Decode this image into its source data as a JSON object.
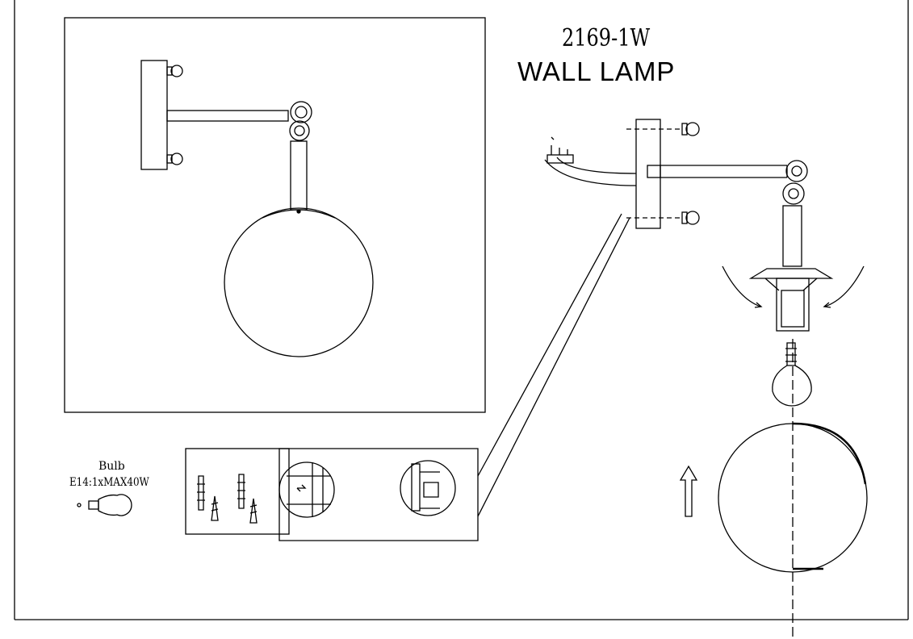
{
  "header": {
    "model": "2169-1W",
    "title": "WALL LAMP"
  },
  "bulb": {
    "label": "Bulb",
    "spec": "E14:1xMAX40W"
  }
}
